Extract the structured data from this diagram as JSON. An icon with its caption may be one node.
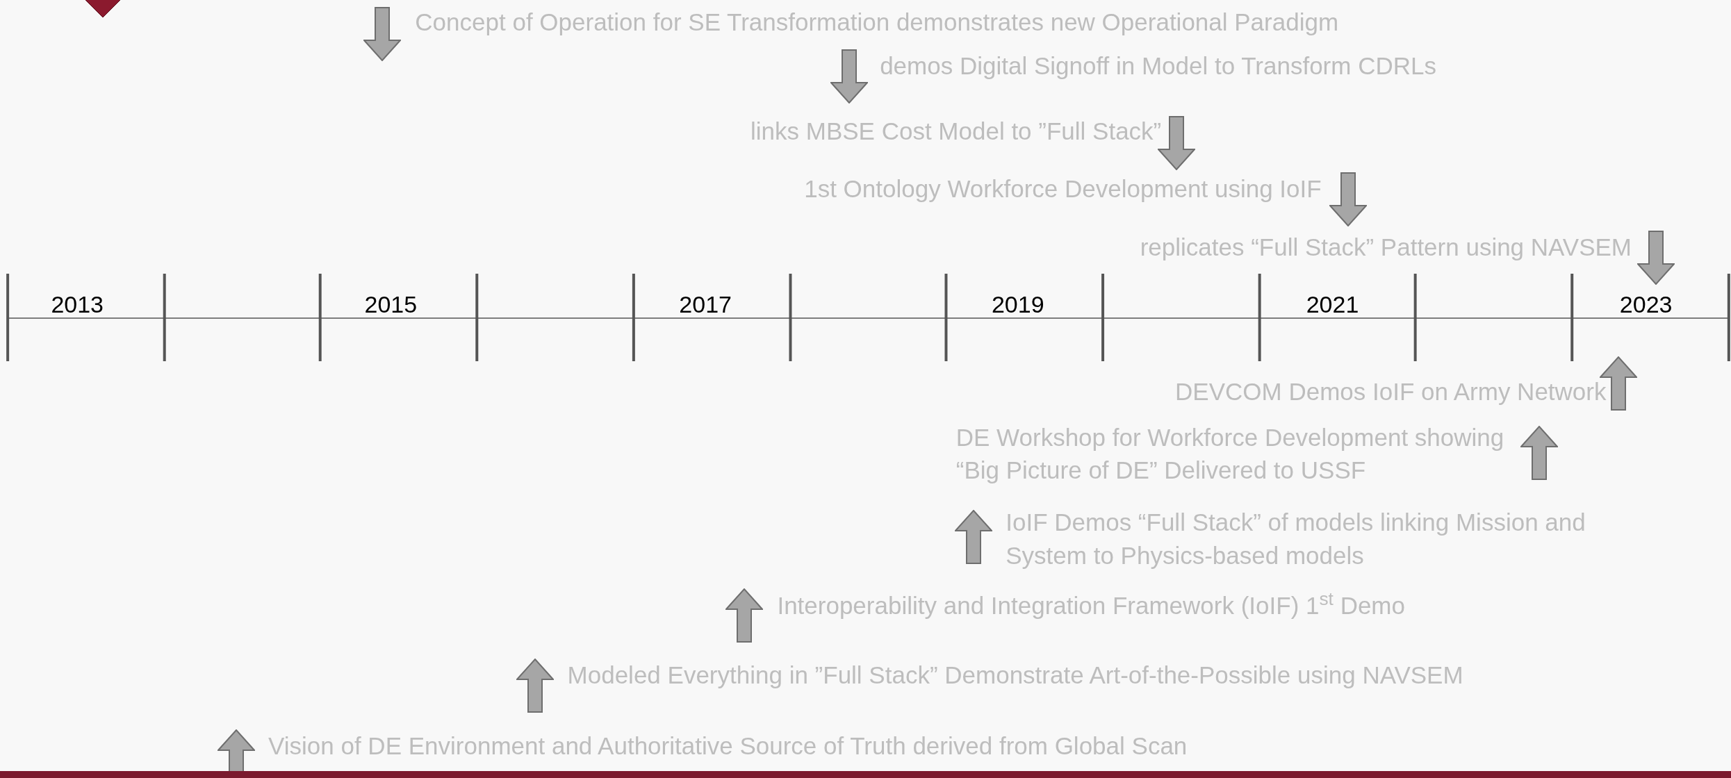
{
  "diagram": {
    "labels": [
      "Concept of Operation for SE Transformation demonstrates new Operational Paradigm",
      "demos Digital Signoff in Model to Transform CDRLs",
      "links MBSE Cost Model to ”Full Stack”",
      "1st Ontology Workforce Development using IoIF",
      "replicates “Full Stack” Pattern using NAVSEM",
      "2013",
      "2015",
      "2017",
      "2019",
      "2021",
      "2023",
      "DEVCOM Demos IoIF on Army Network",
      "DE Workshop for Workforce Development showing “Big Picture of DE” Delivered to USSF",
      "IoIF Demos “Full Stack” of models linking Mission and System to Physics-based models",
      "Interoperability and Integration Framework (IoIF) 1$^{st}$ Demo",
      "Modeled Everything in ”Full Stack” Demonstrate Art-of-the-Possible using NAVSEM",
      "Vision of DE Environment and Authoritative Source of Truth derived from Global Scan"
    ]
  }
}
